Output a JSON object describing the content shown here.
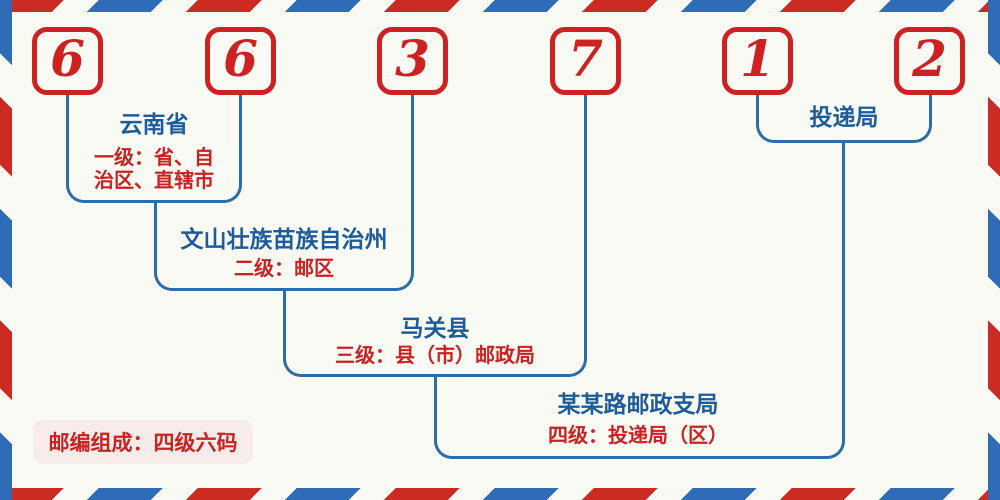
{
  "postal_code": {
    "digits": [
      "6",
      "6",
      "3",
      "7",
      "1",
      "2"
    ]
  },
  "levels": [
    {
      "name": "云南省",
      "desc": "一级：省、自治区、直辖市"
    },
    {
      "name": "文山壮族苗族自治州",
      "desc": "二级：邮区"
    },
    {
      "name": "马关县",
      "desc": "三级：县（市）邮政局"
    },
    {
      "name": "某某路邮政支局",
      "desc": "四级：投递局（区）"
    }
  ],
  "delivery_office_label": "投递局",
  "footer_badge": "邮编组成：四级六码",
  "colors": {
    "accent_red": "#CE2121",
    "line_blue": "#2B6CA9",
    "text_blue": "#1D5C9B",
    "stripe_red": "#CC2B24",
    "stripe_blue": "#2E6CB8",
    "background": "#FAFAF4",
    "badge_background": "#F7ECEA"
  }
}
